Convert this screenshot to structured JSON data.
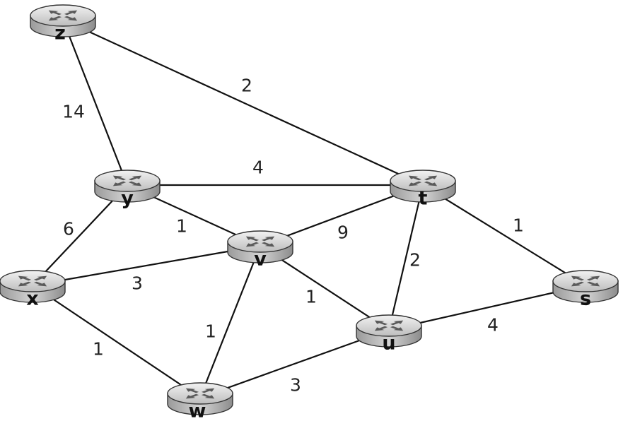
{
  "graph": {
    "nodes": [
      {
        "id": "z",
        "label": "z"
      },
      {
        "id": "y",
        "label": "y"
      },
      {
        "id": "t",
        "label": "t"
      },
      {
        "id": "v",
        "label": "v"
      },
      {
        "id": "x",
        "label": "x"
      },
      {
        "id": "s",
        "label": "s"
      },
      {
        "id": "u",
        "label": "u"
      },
      {
        "id": "w",
        "label": "w"
      }
    ],
    "edges": [
      {
        "from": "z",
        "to": "y",
        "weight": "14"
      },
      {
        "from": "z",
        "to": "t",
        "weight": "2"
      },
      {
        "from": "y",
        "to": "t",
        "weight": "4"
      },
      {
        "from": "y",
        "to": "x",
        "weight": "6"
      },
      {
        "from": "y",
        "to": "v",
        "weight": "1"
      },
      {
        "from": "t",
        "to": "v",
        "weight": "9"
      },
      {
        "from": "t",
        "to": "s",
        "weight": "1"
      },
      {
        "from": "t",
        "to": "u",
        "weight": "2"
      },
      {
        "from": "x",
        "to": "v",
        "weight": "3"
      },
      {
        "from": "x",
        "to": "w",
        "weight": "1"
      },
      {
        "from": "v",
        "to": "u",
        "weight": "1"
      },
      {
        "from": "v",
        "to": "w",
        "weight": "1"
      },
      {
        "from": "u",
        "to": "s",
        "weight": "4"
      },
      {
        "from": "w",
        "to": "u",
        "weight": "3"
      }
    ]
  }
}
